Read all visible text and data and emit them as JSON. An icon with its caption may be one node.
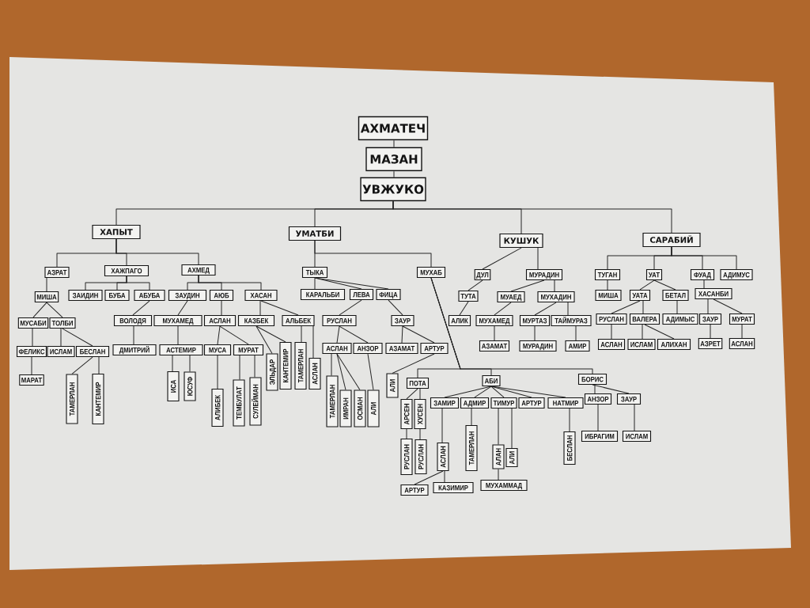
{
  "diagram": {
    "nodes": [
      {
        "text": [
          "АХМАТЕЧ"
        ]
      },
      {
        "text": [
          "МАЗАН"
        ]
      },
      {
        "text": [
          "УВЖУКО"
        ]
      },
      {
        "text": [
          "ХАПЫТ"
        ]
      },
      {
        "text": [
          "УМАТБИ"
        ]
      },
      {
        "text": [
          "КУШУК"
        ]
      },
      {
        "text": [
          "САРАБИЙ"
        ]
      },
      {
        "text": [
          "АЗРАТ"
        ]
      },
      {
        "text": [
          "ХАЖПАГО"
        ]
      },
      {
        "text": [
          "АХМЕД"
        ]
      },
      {
        "text": [
          "ТЫКА"
        ]
      },
      {
        "text": [
          "МУХАБ"
        ]
      },
      {
        "text": [
          "ДУЛ"
        ]
      },
      {
        "text": [
          "МУРАДИН"
        ]
      },
      {
        "text": [
          "ТУГАН"
        ]
      },
      {
        "text": [
          "УАТ"
        ]
      },
      {
        "text": [
          "ФУАД"
        ]
      },
      {
        "text": [
          "АДИМУС"
        ]
      },
      {
        "text": [
          "МИША"
        ]
      },
      {
        "text": [
          "ЗАИДИН"
        ]
      },
      {
        "text": [
          "БУБА"
        ]
      },
      {
        "text": [
          "АБУБА"
        ]
      },
      {
        "text": [
          "ЗАУДИН"
        ]
      },
      {
        "text": [
          "АЮБ"
        ]
      },
      {
        "text": [
          "ХАСАН"
        ]
      },
      {
        "text": [
          "КАРАЛЬБИ"
        ]
      },
      {
        "text": [
          "ЛЕВА"
        ]
      },
      {
        "text": [
          "ФИЦА"
        ]
      },
      {
        "text": [
          "ТУТА"
        ]
      },
      {
        "text": [
          "МУАЕД"
        ]
      },
      {
        "text": [
          "МУХАДИН"
        ]
      },
      {
        "text": [
          "МИША"
        ]
      },
      {
        "text": [
          "УАТА"
        ]
      },
      {
        "text": [
          "БЕТАЛ"
        ]
      },
      {
        "text": [
          "ХАСАНБИ"
        ]
      },
      {
        "text": [
          "МУСАБИ"
        ]
      },
      {
        "text": [
          "ТОЛБИ"
        ]
      },
      {
        "text": [
          "ВОЛОДЯ"
        ]
      },
      {
        "text": [
          "МУХАМЕД"
        ]
      },
      {
        "text": [
          "АСЛАН"
        ]
      },
      {
        "text": [
          "КАЗБЕК"
        ]
      },
      {
        "text": [
          "АЛЬБЕК"
        ]
      },
      {
        "text": [
          "РУСЛАН"
        ]
      },
      {
        "text": [
          "ЗАУР"
        ]
      },
      {
        "text": [
          "АЛИК"
        ]
      },
      {
        "text": [
          "МУХАМЕД"
        ]
      },
      {
        "text": [
          "МУРТАЗ"
        ]
      },
      {
        "text": [
          "ТАЙМУРАЗ"
        ]
      },
      {
        "text": [
          "РУСЛАН"
        ]
      },
      {
        "text": [
          "ВАЛЕРА"
        ]
      },
      {
        "text": [
          "АДИМЫС"
        ]
      },
      {
        "text": [
          "ЗАУР"
        ]
      },
      {
        "text": [
          "МУРАТ"
        ]
      },
      {
        "text": [
          "ФЕЛИКС"
        ]
      },
      {
        "text": [
          "ИСЛАМ"
        ]
      },
      {
        "text": [
          "БЕСЛАН"
        ]
      },
      {
        "text": [
          "ДМИТРИЙ"
        ]
      },
      {
        "text": [
          "АСТЕМИР"
        ]
      },
      {
        "text": [
          "МУСА"
        ]
      },
      {
        "text": [
          "МУРАТ"
        ]
      },
      {
        "text": [
          "КАНТЕМИР"
        ]
      },
      {
        "text": [
          "ТАМЕРЛАН"
        ]
      },
      {
        "text": [
          "АСЛАН"
        ]
      },
      {
        "text": [
          "АНЗОР"
        ]
      },
      {
        "text": [
          "АЗАМАТ"
        ]
      },
      {
        "text": [
          "АРТУР"
        ]
      },
      {
        "text": [
          "АЗАМАТ"
        ]
      },
      {
        "text": [
          "МУРАДИН"
        ]
      },
      {
        "text": [
          "АМИР"
        ]
      },
      {
        "text": [
          "АСЛАН"
        ]
      },
      {
        "text": [
          "ИСЛАМ"
        ]
      },
      {
        "text": [
          "АЛИХАН"
        ]
      },
      {
        "text": [
          "АЗРЕТ"
        ]
      },
      {
        "text": [
          "АСЛАН"
        ]
      },
      {
        "text": [
          "ЭЛЬДАР"
        ]
      },
      {
        "text": [
          "АСЛАН"
        ]
      },
      {
        "text": [
          "МАРАТ"
        ]
      },
      {
        "text": [
          "БОРИС"
        ]
      },
      {
        "text": [
          "ПОТА"
        ]
      },
      {
        "text": [
          "АБИ"
        ]
      },
      {
        "text": [
          "ТАМЕРЛАН"
        ]
      },
      {
        "text": [
          "КАНТЕМИР"
        ]
      },
      {
        "text": [
          "ИСА"
        ]
      },
      {
        "text": [
          "ЮСУФ"
        ]
      },
      {
        "text": [
          "АЛИ"
        ]
      },
      {
        "text": [
          "ЗАМИР"
        ]
      },
      {
        "text": [
          "АДМИР"
        ]
      },
      {
        "text": [
          "ТИМУР"
        ]
      },
      {
        "text": [
          "АРТУР"
        ]
      },
      {
        "text": [
          "НАТМИР"
        ]
      },
      {
        "text": [
          "АНЗОР"
        ]
      },
      {
        "text": [
          "ЗАУР"
        ]
      },
      {
        "text": [
          "ТЕМБУЛАТ"
        ]
      },
      {
        "text": [
          "СУЛЕЙМАН"
        ]
      },
      {
        "text": [
          "АЛИБЕК"
        ]
      },
      {
        "text": [
          "ТАМЕРЛАН"
        ]
      },
      {
        "text": [
          "ИМРАН"
        ]
      },
      {
        "text": [
          "ОСМАН"
        ]
      },
      {
        "text": [
          "АЛИ"
        ]
      },
      {
        "text": [
          "АРСЕН"
        ]
      },
      {
        "text": [
          "ХУСЕН"
        ]
      },
      {
        "text": [
          "ТАМЕРЛАН"
        ]
      },
      {
        "text": [
          "БЕСЛАН"
        ]
      },
      {
        "text": [
          "ИБРАГИМ"
        ]
      },
      {
        "text": [
          "ИСЛАМ"
        ]
      },
      {
        "text": [
          "РУСЛАН"
        ]
      },
      {
        "text": [
          "РУСЛАН"
        ]
      },
      {
        "text": [
          "АСЛАН"
        ]
      },
      {
        "text": [
          "АЛАН"
        ]
      },
      {
        "text": [
          "АЛИ"
        ]
      },
      {
        "text": [
          "МУХАММАД"
        ]
      },
      {
        "text": [
          "КАЗИМИР"
        ]
      },
      {
        "text": [
          "АРТУР"
        ]
      }
    ],
    "edges": [
      {
        "from": 0,
        "to": 1,
        "arrow": "none"
      },
      {
        "from": 1,
        "to": 2,
        "arrow": "none"
      },
      {
        "from": 2,
        "to": 3,
        "arrow": "none"
      },
      {
        "from": 2,
        "to": 4,
        "arrow": "none"
      },
      {
        "from": 2,
        "to": 5,
        "arrow": "none"
      },
      {
        "from": 2,
        "to": 6,
        "arrow": "none"
      },
      {
        "from": 3,
        "to": 7,
        "arrow": "none"
      },
      {
        "from": 3,
        "to": 8,
        "arrow": "none"
      },
      {
        "from": 3,
        "to": 9,
        "arrow": "none"
      },
      {
        "from": 4,
        "to": 10,
        "arrow": "none"
      },
      {
        "from": 4,
        "to": 11,
        "arrow": "none"
      },
      {
        "from": 5,
        "to": 12,
        "arrow": "none"
      },
      {
        "from": 5,
        "to": 13,
        "arrow": "none"
      },
      {
        "from": 6,
        "to": 14,
        "arrow": "none"
      },
      {
        "from": 6,
        "to": 15,
        "arrow": "none"
      },
      {
        "from": 6,
        "to": 16,
        "arrow": "none"
      },
      {
        "from": 6,
        "to": 17,
        "arrow": "none"
      },
      {
        "from": 7,
        "to": 18,
        "arrow": "none"
      },
      {
        "from": 8,
        "to": 19,
        "arrow": "none"
      },
      {
        "from": 8,
        "to": 20,
        "arrow": "none"
      },
      {
        "from": 8,
        "to": 21,
        "arrow": "none"
      },
      {
        "from": 9,
        "to": 22,
        "arrow": "none"
      },
      {
        "from": 9,
        "to": 23,
        "arrow": "none"
      },
      {
        "from": 9,
        "to": 24,
        "arrow": "none"
      },
      {
        "from": 10,
        "to": 25,
        "arrow": "none"
      },
      {
        "from": 10,
        "to": 26,
        "arrow": "none"
      },
      {
        "from": 10,
        "to": 27,
        "arrow": "none"
      },
      {
        "from": 12,
        "to": 28,
        "arrow": "none"
      },
      {
        "from": 13,
        "to": 29,
        "arrow": "none"
      },
      {
        "from": 13,
        "to": 30,
        "arrow": "none"
      },
      {
        "from": 14,
        "to": 31,
        "arrow": "none"
      },
      {
        "from": 15,
        "to": 32,
        "arrow": "none"
      },
      {
        "from": 15,
        "to": 33,
        "arrow": "none"
      },
      {
        "from": 16,
        "to": 34,
        "arrow": "none"
      },
      {
        "from": 18,
        "to": 35,
        "arrow": "none"
      },
      {
        "from": 18,
        "to": 36,
        "arrow": "none"
      },
      {
        "from": 21,
        "to": 37,
        "arrow": "none"
      },
      {
        "from": 22,
        "to": 38,
        "arrow": "none"
      },
      {
        "from": 23,
        "to": 39,
        "arrow": "none"
      },
      {
        "from": 24,
        "to": 40,
        "arrow": "none"
      },
      {
        "from": 24,
        "to": 41,
        "arrow": "none"
      },
      {
        "from": 26,
        "to": 42,
        "arrow": "none"
      },
      {
        "from": 27,
        "to": 43,
        "arrow": "none"
      },
      {
        "from": 28,
        "to": 44,
        "arrow": "none"
      },
      {
        "from": 29,
        "to": 45,
        "arrow": "none"
      },
      {
        "from": 30,
        "to": 46,
        "arrow": "none"
      },
      {
        "from": 30,
        "to": 47,
        "arrow": "none"
      },
      {
        "from": 32,
        "to": 48,
        "arrow": "none"
      },
      {
        "from": 32,
        "to": 49,
        "arrow": "none"
      },
      {
        "from": 33,
        "to": 50,
        "arrow": "none"
      },
      {
        "from": 34,
        "to": 51,
        "arrow": "none"
      },
      {
        "from": 34,
        "to": 52,
        "arrow": "none"
      },
      {
        "from": 35,
        "to": 53,
        "arrow": "none"
      },
      {
        "from": 36,
        "to": 54,
        "arrow": "none"
      },
      {
        "from": 36,
        "to": 55,
        "arrow": "none"
      },
      {
        "from": 37,
        "to": 56,
        "arrow": "none"
      },
      {
        "from": 38,
        "to": 57,
        "arrow": "none"
      },
      {
        "from": 39,
        "to": 58,
        "arrow": "none"
      },
      {
        "from": 39,
        "to": 59,
        "arrow": "none"
      },
      {
        "from": 40,
        "to": 74,
        "arrow": "none"
      },
      {
        "from": 40,
        "to": 60,
        "arrow": "none"
      },
      {
        "from": 41,
        "to": 61,
        "arrow": "none"
      },
      {
        "from": 41,
        "to": 75,
        "arrow": "none"
      },
      {
        "from": 42,
        "to": 62,
        "arrow": "none"
      },
      {
        "from": 42,
        "to": 63,
        "arrow": "none"
      },
      {
        "from": 43,
        "to": 64,
        "arrow": "none"
      },
      {
        "from": 43,
        "to": 65,
        "arrow": "none"
      },
      {
        "from": 45,
        "to": 66,
        "arrow": "none"
      },
      {
        "from": 46,
        "to": 67,
        "arrow": "none"
      },
      {
        "from": 47,
        "to": 68,
        "arrow": "none"
      },
      {
        "from": 48,
        "to": 69,
        "arrow": "none"
      },
      {
        "from": 49,
        "to": 70,
        "arrow": "none"
      },
      {
        "from": 49,
        "to": 71,
        "arrow": "none"
      },
      {
        "from": 51,
        "to": 72,
        "arrow": "none"
      },
      {
        "from": 52,
        "to": 73,
        "arrow": "none"
      },
      {
        "from": 53,
        "to": 76,
        "arrow": "none"
      },
      {
        "from": 55,
        "to": 80,
        "arrow": "none"
      },
      {
        "from": 55,
        "to": 81,
        "arrow": "none"
      },
      {
        "from": 57,
        "to": 82,
        "arrow": "none"
      },
      {
        "from": 57,
        "to": 83,
        "arrow": "none"
      },
      {
        "from": 58,
        "to": 94,
        "arrow": "none"
      },
      {
        "from": 59,
        "to": 92,
        "arrow": "none"
      },
      {
        "from": 59,
        "to": 93,
        "arrow": "none"
      },
      {
        "from": 62,
        "to": 95,
        "arrow": "none"
      },
      {
        "from": 62,
        "to": 96,
        "arrow": "none"
      },
      {
        "from": 62,
        "to": 97,
        "arrow": "none"
      },
      {
        "from": 63,
        "to": 98,
        "arrow": "none"
      },
      {
        "from": 65,
        "to": 84,
        "arrow": "none"
      },
      {
        "from": 11,
        "to": 78,
        "arrow": "none"
      },
      {
        "from": 11,
        "to": 79,
        "arrow": "none"
      },
      {
        "from": 11,
        "to": 77,
        "arrow": "none"
      },
      {
        "from": 78,
        "to": 99,
        "arrow": "none"
      },
      {
        "from": 78,
        "to": 100,
        "arrow": "none"
      },
      {
        "from": 79,
        "to": 85,
        "arrow": "none"
      },
      {
        "from": 79,
        "to": 86,
        "arrow": "none"
      },
      {
        "from": 79,
        "to": 87,
        "arrow": "none"
      },
      {
        "from": 79,
        "to": 88,
        "arrow": "none"
      },
      {
        "from": 79,
        "to": 89,
        "arrow": "none"
      },
      {
        "from": 77,
        "to": 90,
        "arrow": "none"
      },
      {
        "from": 77,
        "to": 91,
        "arrow": "none"
      },
      {
        "from": 99,
        "to": 105,
        "arrow": "none"
      },
      {
        "from": 100,
        "to": 106,
        "arrow": "none"
      },
      {
        "from": 85,
        "to": 107,
        "arrow": "none"
      },
      {
        "from": 86,
        "to": 101,
        "arrow": "none"
      },
      {
        "from": 87,
        "to": 108,
        "arrow": "none"
      },
      {
        "from": 87,
        "to": 109,
        "arrow": "none"
      },
      {
        "from": 89,
        "to": 102,
        "arrow": "none"
      },
      {
        "from": 90,
        "to": 103,
        "arrow": "none"
      },
      {
        "from": 91,
        "to": 104,
        "arrow": "none"
      },
      {
        "from": 107,
        "to": 112,
        "arrow": "none"
      },
      {
        "from": 107,
        "to": 111,
        "arrow": "none"
      },
      {
        "from": 108,
        "to": 110,
        "arrow": "none"
      }
    ]
  }
}
